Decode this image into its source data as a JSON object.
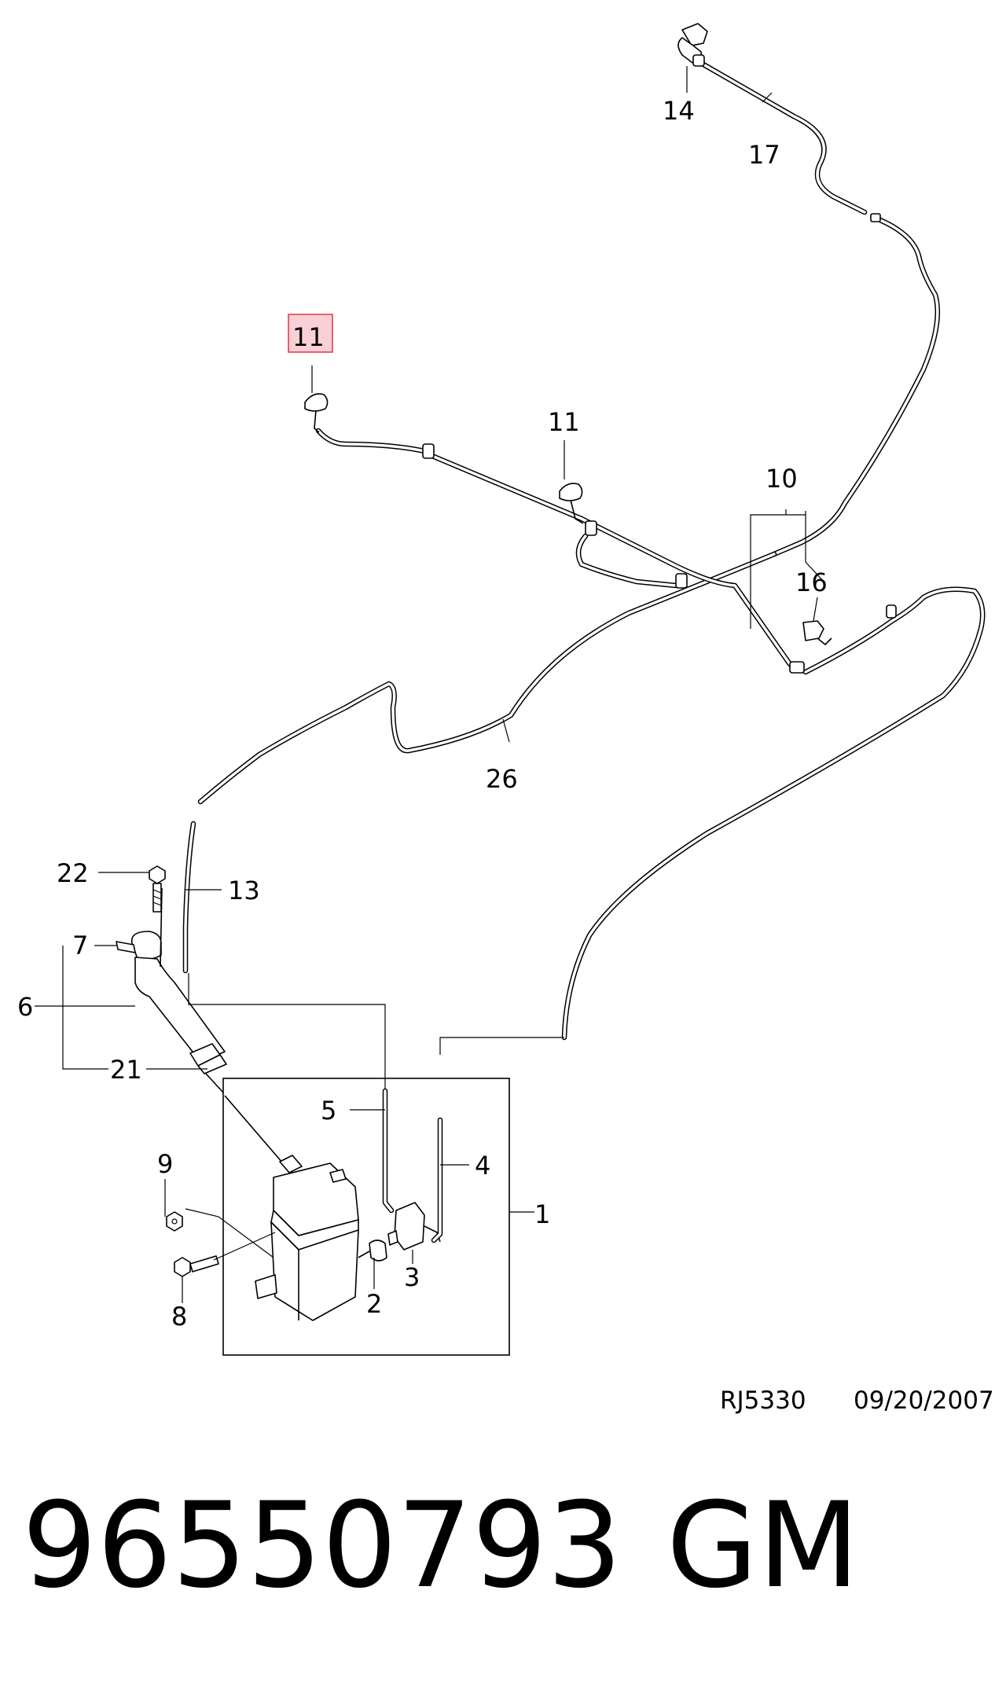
{
  "diagram": {
    "callouts": {
      "c1": "1",
      "c2": "2",
      "c3": "3",
      "c4": "4",
      "c5": "5",
      "c6": "6",
      "c7": "7",
      "c8": "8",
      "c9": "9",
      "c10": "10",
      "c11a": "11",
      "c11b": "11",
      "c13": "13",
      "c14": "14",
      "c16": "16",
      "c17": "17",
      "c21": "21",
      "c22": "22",
      "c26": "26"
    },
    "highlighted_callout": "c11a",
    "highlight_color": "#e04050",
    "highlight_fill": "#f8d0d6",
    "reference_code": "RJ5330",
    "reference_date": "09/20/2007"
  },
  "footer": {
    "part_number": "96550793",
    "brand": "GM"
  }
}
